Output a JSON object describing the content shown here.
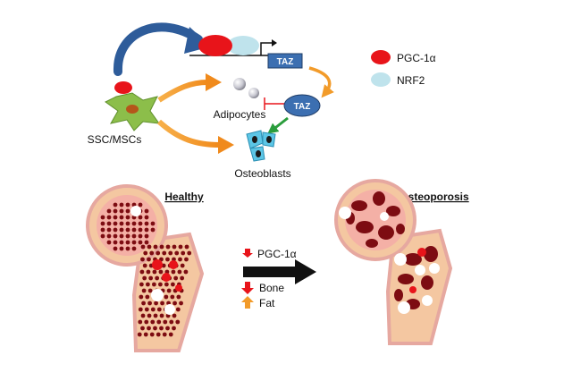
{
  "colors": {
    "pgc1a": "#e8141a",
    "nrf2": "#bfe3ec",
    "taz_fill": "#3c6fb1",
    "cell_green": "#8cbe4a",
    "bone_fill": "#f4c7a1",
    "bone_outline": "#e6a8a0",
    "marrow": "#7d0c12",
    "arrow_blue": "#2e5c9a",
    "arrow_orange": "#f29b2a",
    "arrow_green": "#2a9d3c"
  },
  "top": {
    "promoter_label": "TAZ",
    "taz_protein_label": "TAZ",
    "stem_cell_label": "SSC/MSCs",
    "adipocytes_label": "Adipocytes",
    "osteoblasts_label": "Osteoblasts"
  },
  "legend": {
    "items": [
      {
        "label": "PGC-1α",
        "icon": "red-ellipse"
      },
      {
        "label": "NRF2",
        "icon": "lightblue-ellipse"
      }
    ]
  },
  "bottom": {
    "healthy_label": "Healthy",
    "osteoporosis_label": "Osteoporosis",
    "arrow_label": "PGC-1α",
    "bone_label": "Bone",
    "fat_label": "Fat",
    "arrow_icon": "red-down-arrow-icon",
    "bone_icon": "red-down-arrow-icon",
    "fat_icon": "orange-up-arrow-icon"
  }
}
